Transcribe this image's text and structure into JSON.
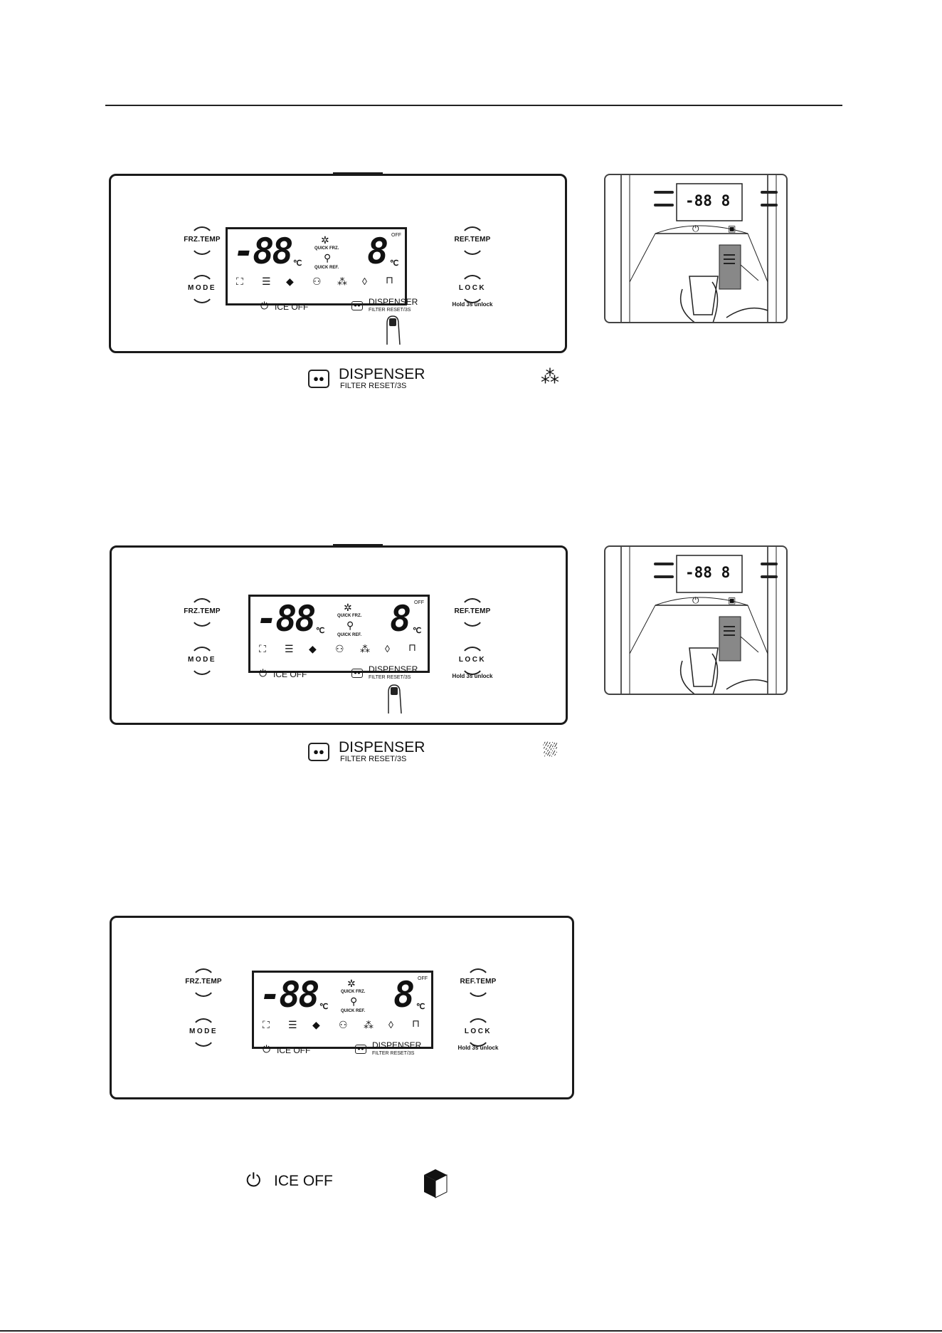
{
  "panel": {
    "frz_temp_label": "FRZ.TEMP",
    "ref_temp_label": "REF.TEMP",
    "mode_label": "MODE",
    "lock_label": "LOCK",
    "hold_note": "Hold 3s unlock",
    "freezer_display": "-88",
    "fridge_display": "8",
    "unit_symbol": "℃",
    "off_label": "OFF",
    "quick_frz_label": "QUICK FRZ.",
    "quick_ref_label": "QUICK REF.",
    "ice_off_label": "ICE  OFF",
    "dispenser_label": "DISPENSER",
    "filter_reset_label": "FILTER RESET/3S",
    "ice_off_icon_text": "ICE OFF"
  },
  "legends": {
    "dispenser_label": "DISPENSER",
    "filter_reset_label": "FILTER RESET/3S",
    "ice_off_label": "ICE OFF"
  },
  "illustration": {
    "readout": "-88  8"
  },
  "icons": {
    "power": "power-icon",
    "dispenser": "water-drops-icon",
    "crushed_ice": "crushed-ice-icon",
    "cubed_ice": "ice-cubes-icon",
    "ice_off_cube": "ice-cube-icon"
  }
}
